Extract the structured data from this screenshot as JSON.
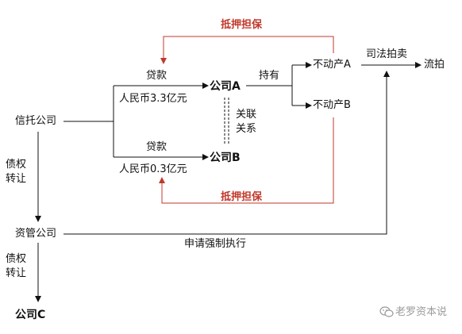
{
  "nodes": {
    "trust": "信托公司",
    "amc": "资管公司",
    "company_c": "公司C",
    "company_a": "公司A",
    "company_b": "公司B",
    "property_a": "不动产A",
    "property_b": "不动产B",
    "auction": "流拍"
  },
  "edges": {
    "loan_a": "贷款",
    "loan_a_amount": "人民币3.3亿元",
    "loan_b": "贷款",
    "loan_b_amount": "人民币0.3亿元",
    "debt_transfer_1": "债权\n转让",
    "debt_transfer_2": "债权\n转让",
    "holds": "持有",
    "related_party": "关联\n关系",
    "judicial_sale": "司法拍卖",
    "enforcement": "申请强制执行",
    "pledge_top": "抵押担保",
    "pledge_bottom": "抵押担保"
  },
  "watermark": "老罗资本说",
  "colors": {
    "line": "#111111",
    "pledge": "#c0392b",
    "watermark": "#9a9a9a"
  }
}
